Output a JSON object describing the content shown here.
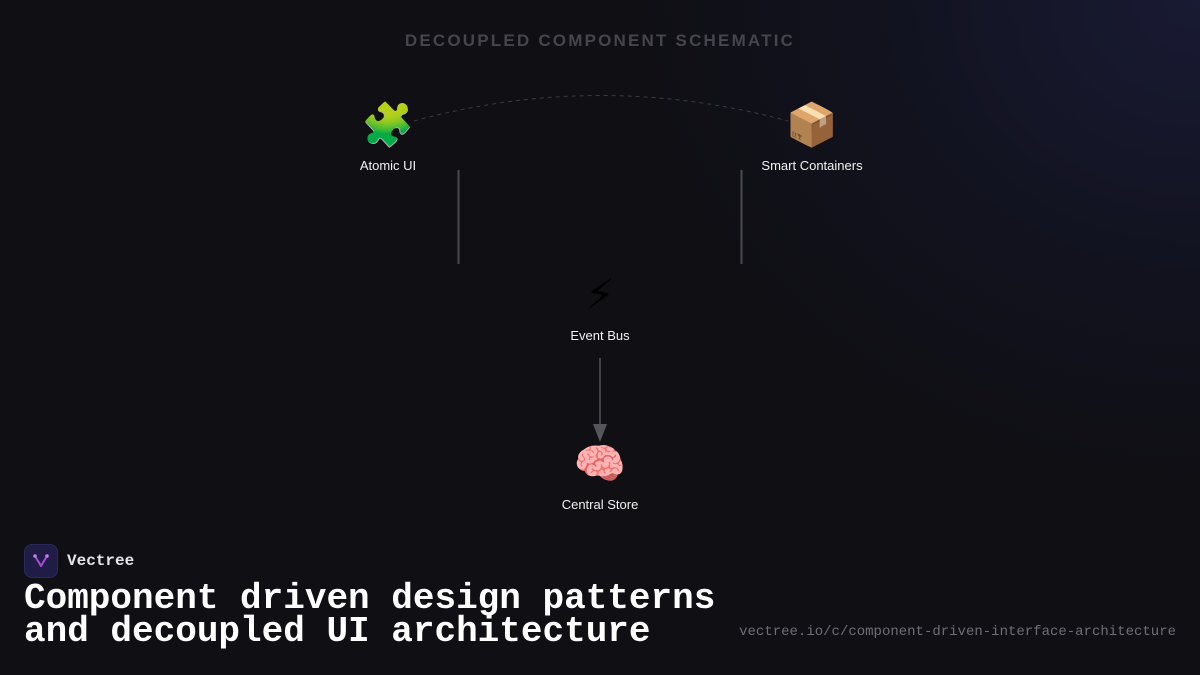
{
  "diagram": {
    "title": "DECOUPLED COMPONENT SCHEMATIC",
    "nodes": [
      {
        "id": "atomic-ui",
        "label": "Atomic UI",
        "icon": "puzzle-piece-icon",
        "glyph": "🧩"
      },
      {
        "id": "smart-containers",
        "label": "Smart Containers",
        "icon": "package-box-icon",
        "glyph": "📦"
      },
      {
        "id": "event-bus",
        "label": "Event Bus",
        "icon": "lightning-bolt-icon",
        "glyph": "⚡"
      },
      {
        "id": "central-store",
        "label": "Central Store",
        "icon": "brain-icon",
        "glyph": "🧠"
      }
    ],
    "edges": [
      {
        "from": "atomic-ui",
        "to": "smart-containers",
        "style": "dashed-arc"
      },
      {
        "from": "atomic-ui",
        "to": "event-bus",
        "style": "solid-line"
      },
      {
        "from": "smart-containers",
        "to": "event-bus",
        "style": "solid-line"
      },
      {
        "from": "event-bus",
        "to": "central-store",
        "style": "arrow"
      }
    ]
  },
  "brand": {
    "name": "Vectree",
    "logo_icon": "vectree-branch-icon",
    "accent": "#a74bd8"
  },
  "headline": {
    "text": "Component driven design patterns\nand decoupled UI architecture"
  },
  "footer": {
    "url": "vectree.io/c/component-driven-interface-architecture"
  },
  "colors": {
    "background": "#0f0f14",
    "glow": "#161830",
    "title": "#45454c",
    "wire": "#4a4a50"
  }
}
